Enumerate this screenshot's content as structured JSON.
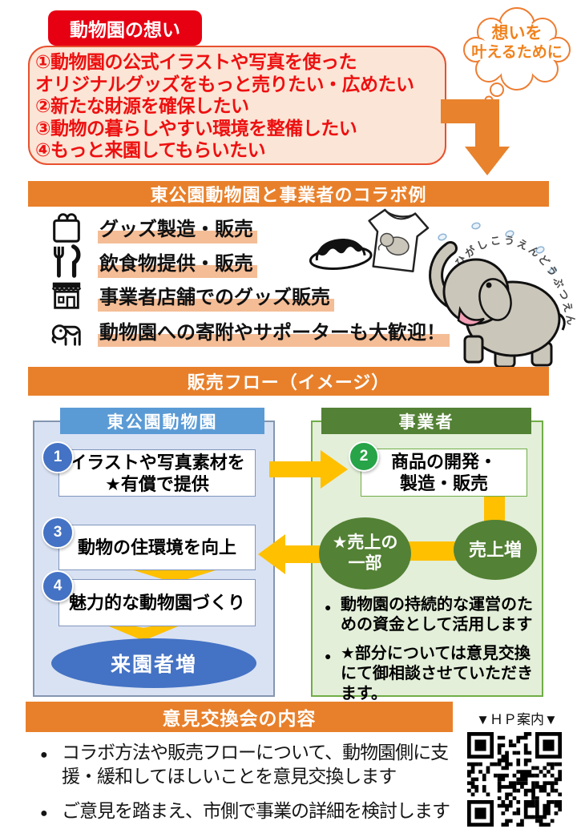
{
  "colors": {
    "banner_orange": "#E8802B",
    "title_red": "#E60012",
    "wish_box_fill": "#FBE5D6",
    "wish_box_border": "#E8502E",
    "wish_text_red": "#ED1010",
    "highlight_peach": "#F4BD96",
    "zoo_header_blue": "#5B9BD5",
    "zoo_panel_fill": "#D9E2F3",
    "zoo_panel_border": "#8496B0",
    "step_circle_blue": "#4472C4",
    "biz_header_green": "#538135",
    "biz_panel_fill": "#E3EFD9",
    "biz_panel_border": "#70AD47",
    "step2_circle_green": "#27A348",
    "connector_yellow": "#FFC000",
    "cloud_text_orange": "#F0821D"
  },
  "wish": {
    "title": "動物園の想い",
    "lines": [
      "①動物園の公式イラストや写真を使った",
      "オリジナルグッズをもっと売りたい・広めたい",
      "②新たな財源を確保したい",
      "③動物の暮らしやすい環境を整備したい",
      "④もっと来園してもらいたい"
    ]
  },
  "thought_bubble": {
    "line1": "想いを",
    "line2": "叶えるために"
  },
  "collab": {
    "banner": "東公園動物園と事業者のコラボ例",
    "items": [
      {
        "icon": "shopping-bag-icon",
        "label": "グッズ製造・販売"
      },
      {
        "icon": "fork-knife-icon",
        "label": "飲食物提供・販売"
      },
      {
        "icon": "storefront-icon",
        "label": "事業者店舗でのグッズ販売"
      },
      {
        "icon": "elephant-icon",
        "label": "動物園への寄附やサポーターも大歓迎！"
      }
    ],
    "elephant_arc_text": "ひがしこうえんどうぶつえん"
  },
  "flow": {
    "banner": "販売フロー（イメージ）",
    "zoo": {
      "header": "東公園動物園",
      "step1": {
        "num": "1",
        "line1": "イラストや写真素材を",
        "line2": "★有償で提供"
      },
      "step3": {
        "num": "3",
        "label": "動物の住環境を向上"
      },
      "step4": {
        "num": "4",
        "label": "魅力的な動物園づくり"
      },
      "result": "来園者増"
    },
    "business": {
      "header": "事業者",
      "step2": {
        "num": "2",
        "line1": "商品の開発・",
        "line2": "製造・販売"
      },
      "sales_share": {
        "line1": "★売上の",
        "line2": "一部"
      },
      "sales_up": "売上増",
      "notes": [
        "動物園の持続的な運営のための資金として活用します",
        "★部分については意見交換にて御相談させていただきます。"
      ]
    }
  },
  "meeting": {
    "banner": "意見交換会の内容",
    "hp_label": "▼ＨＰ案内▼",
    "bullets": [
      "コラボ方法や販売フローについて、動物園側に支援・緩和してほしいことを意見交換します",
      "ご意見を踏まえ、市側で事業の詳細を検討します"
    ]
  }
}
